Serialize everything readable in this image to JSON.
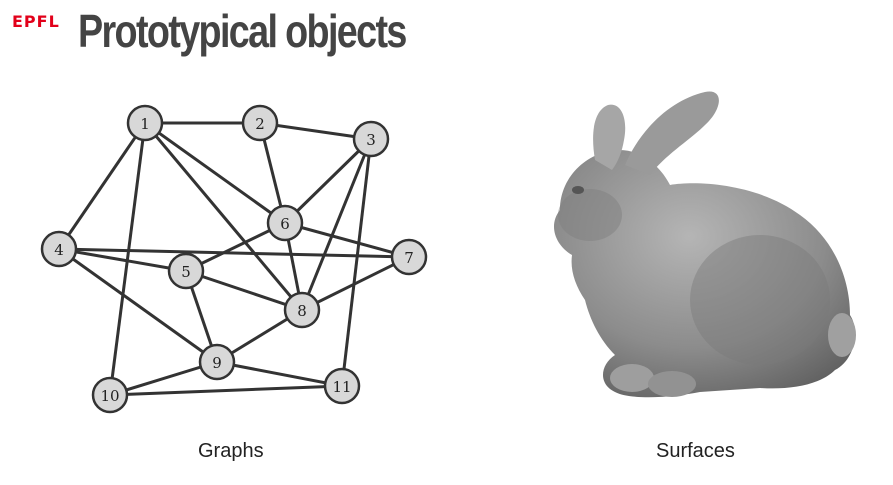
{
  "header": {
    "logo_text": "EPFL",
    "title": "Prototypical objects"
  },
  "colors": {
    "logo_red": "#e2001a",
    "title_dark": "#444444",
    "node_fill": "#d8d8d8",
    "edge": "#333333",
    "bunny": "#8f8f8f"
  },
  "graph": {
    "caption": "Graphs",
    "nodes": [
      {
        "id": "1"
      },
      {
        "id": "2"
      },
      {
        "id": "3"
      },
      {
        "id": "4"
      },
      {
        "id": "5"
      },
      {
        "id": "6"
      },
      {
        "id": "7"
      },
      {
        "id": "8"
      },
      {
        "id": "9"
      },
      {
        "id": "10"
      },
      {
        "id": "11"
      }
    ],
    "edges": [
      [
        "1",
        "2"
      ],
      [
        "2",
        "3"
      ],
      [
        "2",
        "6"
      ],
      [
        "1",
        "4"
      ],
      [
        "1",
        "6"
      ],
      [
        "1",
        "8"
      ],
      [
        "1",
        "10"
      ],
      [
        "3",
        "6"
      ],
      [
        "3",
        "8"
      ],
      [
        "3",
        "11"
      ],
      [
        "4",
        "5"
      ],
      [
        "4",
        "7"
      ],
      [
        "4",
        "9"
      ],
      [
        "5",
        "6"
      ],
      [
        "5",
        "8"
      ],
      [
        "5",
        "9"
      ],
      [
        "6",
        "7"
      ],
      [
        "6",
        "8"
      ],
      [
        "7",
        "8"
      ],
      [
        "8",
        "9"
      ],
      [
        "9",
        "10"
      ],
      [
        "9",
        "11"
      ],
      [
        "10",
        "11"
      ]
    ]
  },
  "surface": {
    "caption": "Surfaces",
    "image": "stanford-bunny"
  }
}
